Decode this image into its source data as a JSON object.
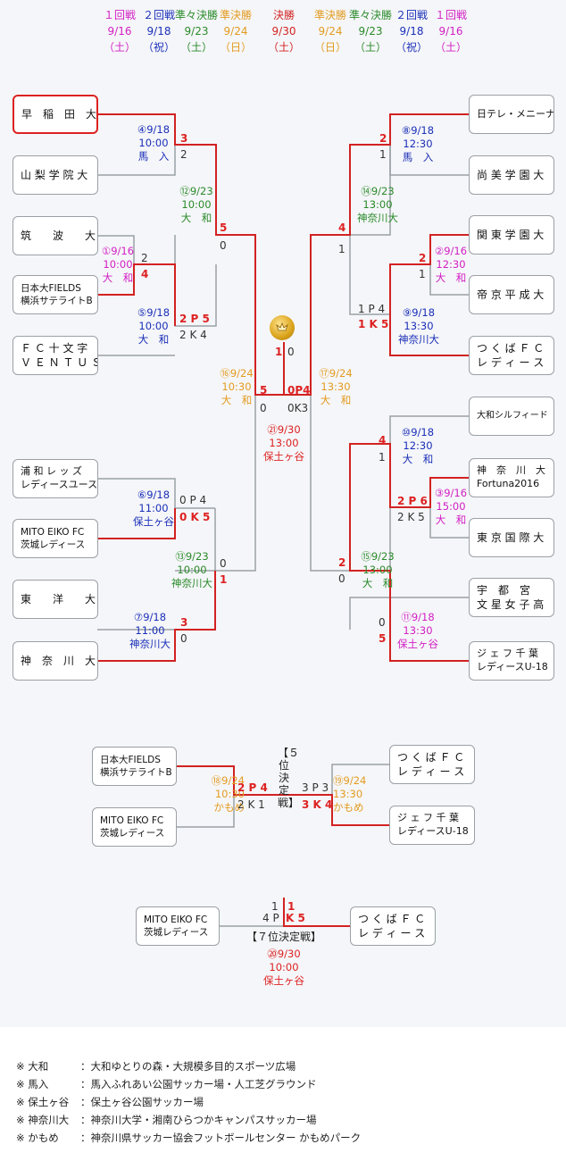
{
  "headers": [
    {
      "round": "１回戦",
      "date": "9/16",
      "day": "（土）",
      "color": "#d21fc3"
    },
    {
      "round": "２回戦",
      "date": "9/18",
      "day": "（祝）",
      "color": "#1a2fb8"
    },
    {
      "round": "準々決勝",
      "date": "9/23",
      "day": "（土）",
      "color": "#2a8a2a"
    },
    {
      "round": "準決勝",
      "date": "9/24",
      "day": "（日）",
      "color": "#e39b20"
    },
    {
      "round": "決勝",
      "date": "9/30",
      "day": "（土）",
      "color": "#d22222"
    },
    {
      "round": "準決勝",
      "date": "9/24",
      "day": "（日）",
      "color": "#e39b20"
    },
    {
      "round": "準々決勝",
      "date": "9/23",
      "day": "（土）",
      "color": "#2a8a2a"
    },
    {
      "round": "２回戦",
      "date": "9/18",
      "day": "（祝）",
      "color": "#1a2fb8"
    },
    {
      "round": "１回戦",
      "date": "9/16",
      "day": "（土）",
      "color": "#d21fc3"
    }
  ],
  "teams": [
    {
      "l1": "早　稲　田　大",
      "l2": ""
    },
    {
      "l1": "山 梨 学 院 大",
      "l2": ""
    },
    {
      "l1": "筑　　波　　大",
      "l2": ""
    },
    {
      "l1": "日本大FIELDS",
      "l2": "横浜サテライトB"
    },
    {
      "l1": "Ｆ Ｃ 十 文 字",
      "l2": "Ｖ Ｅ Ｎ Ｔ Ｕ Ｓ"
    },
    {
      "l1": "浦 和 レ ッ ズ",
      "l2": "レディースユース"
    },
    {
      "l1": "MITO EIKO FC",
      "l2": "茨城レディース"
    },
    {
      "l1": "東　　洋　　大",
      "l2": ""
    },
    {
      "l1": "神　奈　川　大",
      "l2": ""
    },
    {
      "l1": "日テレ・メニーナ",
      "l2": ""
    },
    {
      "l1": "尚 美 学 園 大",
      "l2": ""
    },
    {
      "l1": "関 東 学 園 大",
      "l2": ""
    },
    {
      "l1": "帝 京 平 成 大",
      "l2": ""
    },
    {
      "l1": "つ く ば Ｆ Ｃ",
      "l2": "レ デ ィ ー ス"
    },
    {
      "l1": "大和シルフィード",
      "l2": ""
    },
    {
      "l1": "神　奈　川　大",
      "l2": "Fortuna2016"
    },
    {
      "l1": "東 京 国 際 大",
      "l2": ""
    },
    {
      "l1": "宇　都　宮",
      "l2": "文 星 女 子 高"
    },
    {
      "l1": "ジ ェ フ 千 葉",
      "l2": "レディースU-18"
    },
    {
      "l1": "日本大FIELDS",
      "l2": "横浜サテライトB"
    },
    {
      "l1": "MITO EIKO FC",
      "l2": "茨城レディース"
    },
    {
      "l1": "つ く ば Ｆ Ｃ",
      "l2": "レ デ ィ ー ス"
    },
    {
      "l1": "ジ ェ フ 千 葉",
      "l2": "レディースU-18"
    },
    {
      "l1": "MITO EIKO FC",
      "l2": "茨城レディース"
    },
    {
      "l1": "つ く ば Ｆ Ｃ",
      "l2": "レ デ ィ ー ス"
    }
  ],
  "matches": [
    {
      "no": "④",
      "date": "9/18",
      "time": "10:00",
      "venue": "馬　入",
      "c": "#1a2fb8"
    },
    {
      "no": "⑫",
      "date": "9/23",
      "time": "10:00",
      "venue": "大　和",
      "c": "#2a8a2a"
    },
    {
      "no": "①",
      "date": "9/16",
      "time": "10:00",
      "venue": "大　和",
      "c": "#d21fc3"
    },
    {
      "no": "⑤",
      "date": "9/18",
      "time": "10:00",
      "venue": "大　和",
      "c": "#1a2fb8"
    },
    {
      "no": "⑯",
      "date": "9/24",
      "time": "10:30",
      "venue": "大　和",
      "c": "#e39b20"
    },
    {
      "no": "⑥",
      "date": "9/18",
      "time": "11:00",
      "venue": "保土ヶ谷",
      "c": "#1a2fb8"
    },
    {
      "no": "⑬",
      "date": "9/23",
      "time": "10:00",
      "venue": "神奈川大",
      "c": "#2a8a2a"
    },
    {
      "no": "⑦",
      "date": "9/18",
      "time": "11:00",
      "venue": "神奈川大",
      "c": "#1a2fb8"
    },
    {
      "no": "⑧",
      "date": "9/18",
      "time": "12:30",
      "venue": "馬　入",
      "c": "#1a2fb8"
    },
    {
      "no": "⑭",
      "date": "9/23",
      "time": "13:00",
      "venue": "神奈川大",
      "c": "#2a8a2a"
    },
    {
      "no": "②",
      "date": "9/16",
      "time": "12:30",
      "venue": "大　和",
      "c": "#d21fc3"
    },
    {
      "no": "⑨",
      "date": "9/18",
      "time": "13:30",
      "venue": "神奈川大",
      "c": "#1a2fb8"
    },
    {
      "no": "⑰",
      "date": "9/24",
      "time": "13:30",
      "venue": "大　和",
      "c": "#e39b20"
    },
    {
      "no": "⑩",
      "date": "9/18",
      "time": "12:30",
      "venue": "大　和",
      "c": "#1a2fb8"
    },
    {
      "no": "③",
      "date": "9/16",
      "time": "15:00",
      "venue": "大　和",
      "c": "#d21fc3"
    },
    {
      "no": "⑮",
      "date": "9/23",
      "time": "13:00",
      "venue": "大　和",
      "c": "#2a8a2a"
    },
    {
      "no": "⑪",
      "date": "9/18",
      "time": "13:30",
      "venue": "保土ヶ谷",
      "c": "#d21fc3"
    },
    {
      "no": "㉑",
      "date": "9/30",
      "time": "13:00",
      "venue": "保土ヶ谷",
      "c": "#d22222"
    },
    {
      "no": "⑱",
      "date": "9/24",
      "time": "10:30",
      "venue": "かもめ",
      "c": "#e39b20"
    },
    {
      "no": "⑲",
      "date": "9/24",
      "time": "13:30",
      "venue": "かもめ",
      "c": "#e39b20"
    },
    {
      "no": "⑳",
      "date": "9/30",
      "time": "10:00",
      "venue": "保土ヶ谷",
      "c": "#d22222"
    }
  ],
  "scores": [
    "3",
    "2",
    "5",
    "0",
    "2",
    "4",
    "2 P 5",
    "2 K 4",
    "5",
    "0",
    "1",
    "0",
    "0P4",
    "0K3",
    "0 P 4",
    "0 K 5",
    "0",
    "1",
    "3",
    "0",
    "2",
    "1",
    "4",
    "1",
    "2",
    "1",
    "1 P 4",
    "1 K 5",
    "4",
    "1",
    "2 P 6",
    "2 K 5",
    "2",
    "0",
    "0",
    "5",
    "2 P 4",
    "2 K 1",
    "3 P 3",
    "3 K 4",
    "1",
    "4 P",
    "1",
    "K 5"
  ],
  "fifth_title": "【５位決定戦】",
  "seventh_title": "【７位決定戦】",
  "legend": [
    {
      "k": "※ 大和",
      "v": "：大和ゆとりの森・大規模多目的スポーツ広場"
    },
    {
      "k": "※ 馬入",
      "v": "：馬入ふれあい公園サッカー場・人工芝グラウンド"
    },
    {
      "k": "※ 保土ヶ谷",
      "v": "：保土ヶ谷公園サッカー場"
    },
    {
      "k": "※ 神奈川大",
      "v": "：神奈川大学・湘南ひらつかキャンパスサッカー場"
    },
    {
      "k": "※ かもめ",
      "v": "：神奈川県サッカー協会フットボールセンター かもめパーク"
    }
  ],
  "icons": {
    "trophy": "trophy-icon"
  },
  "colors": {
    "win": "#d22222",
    "line": "#9aa0a6"
  }
}
